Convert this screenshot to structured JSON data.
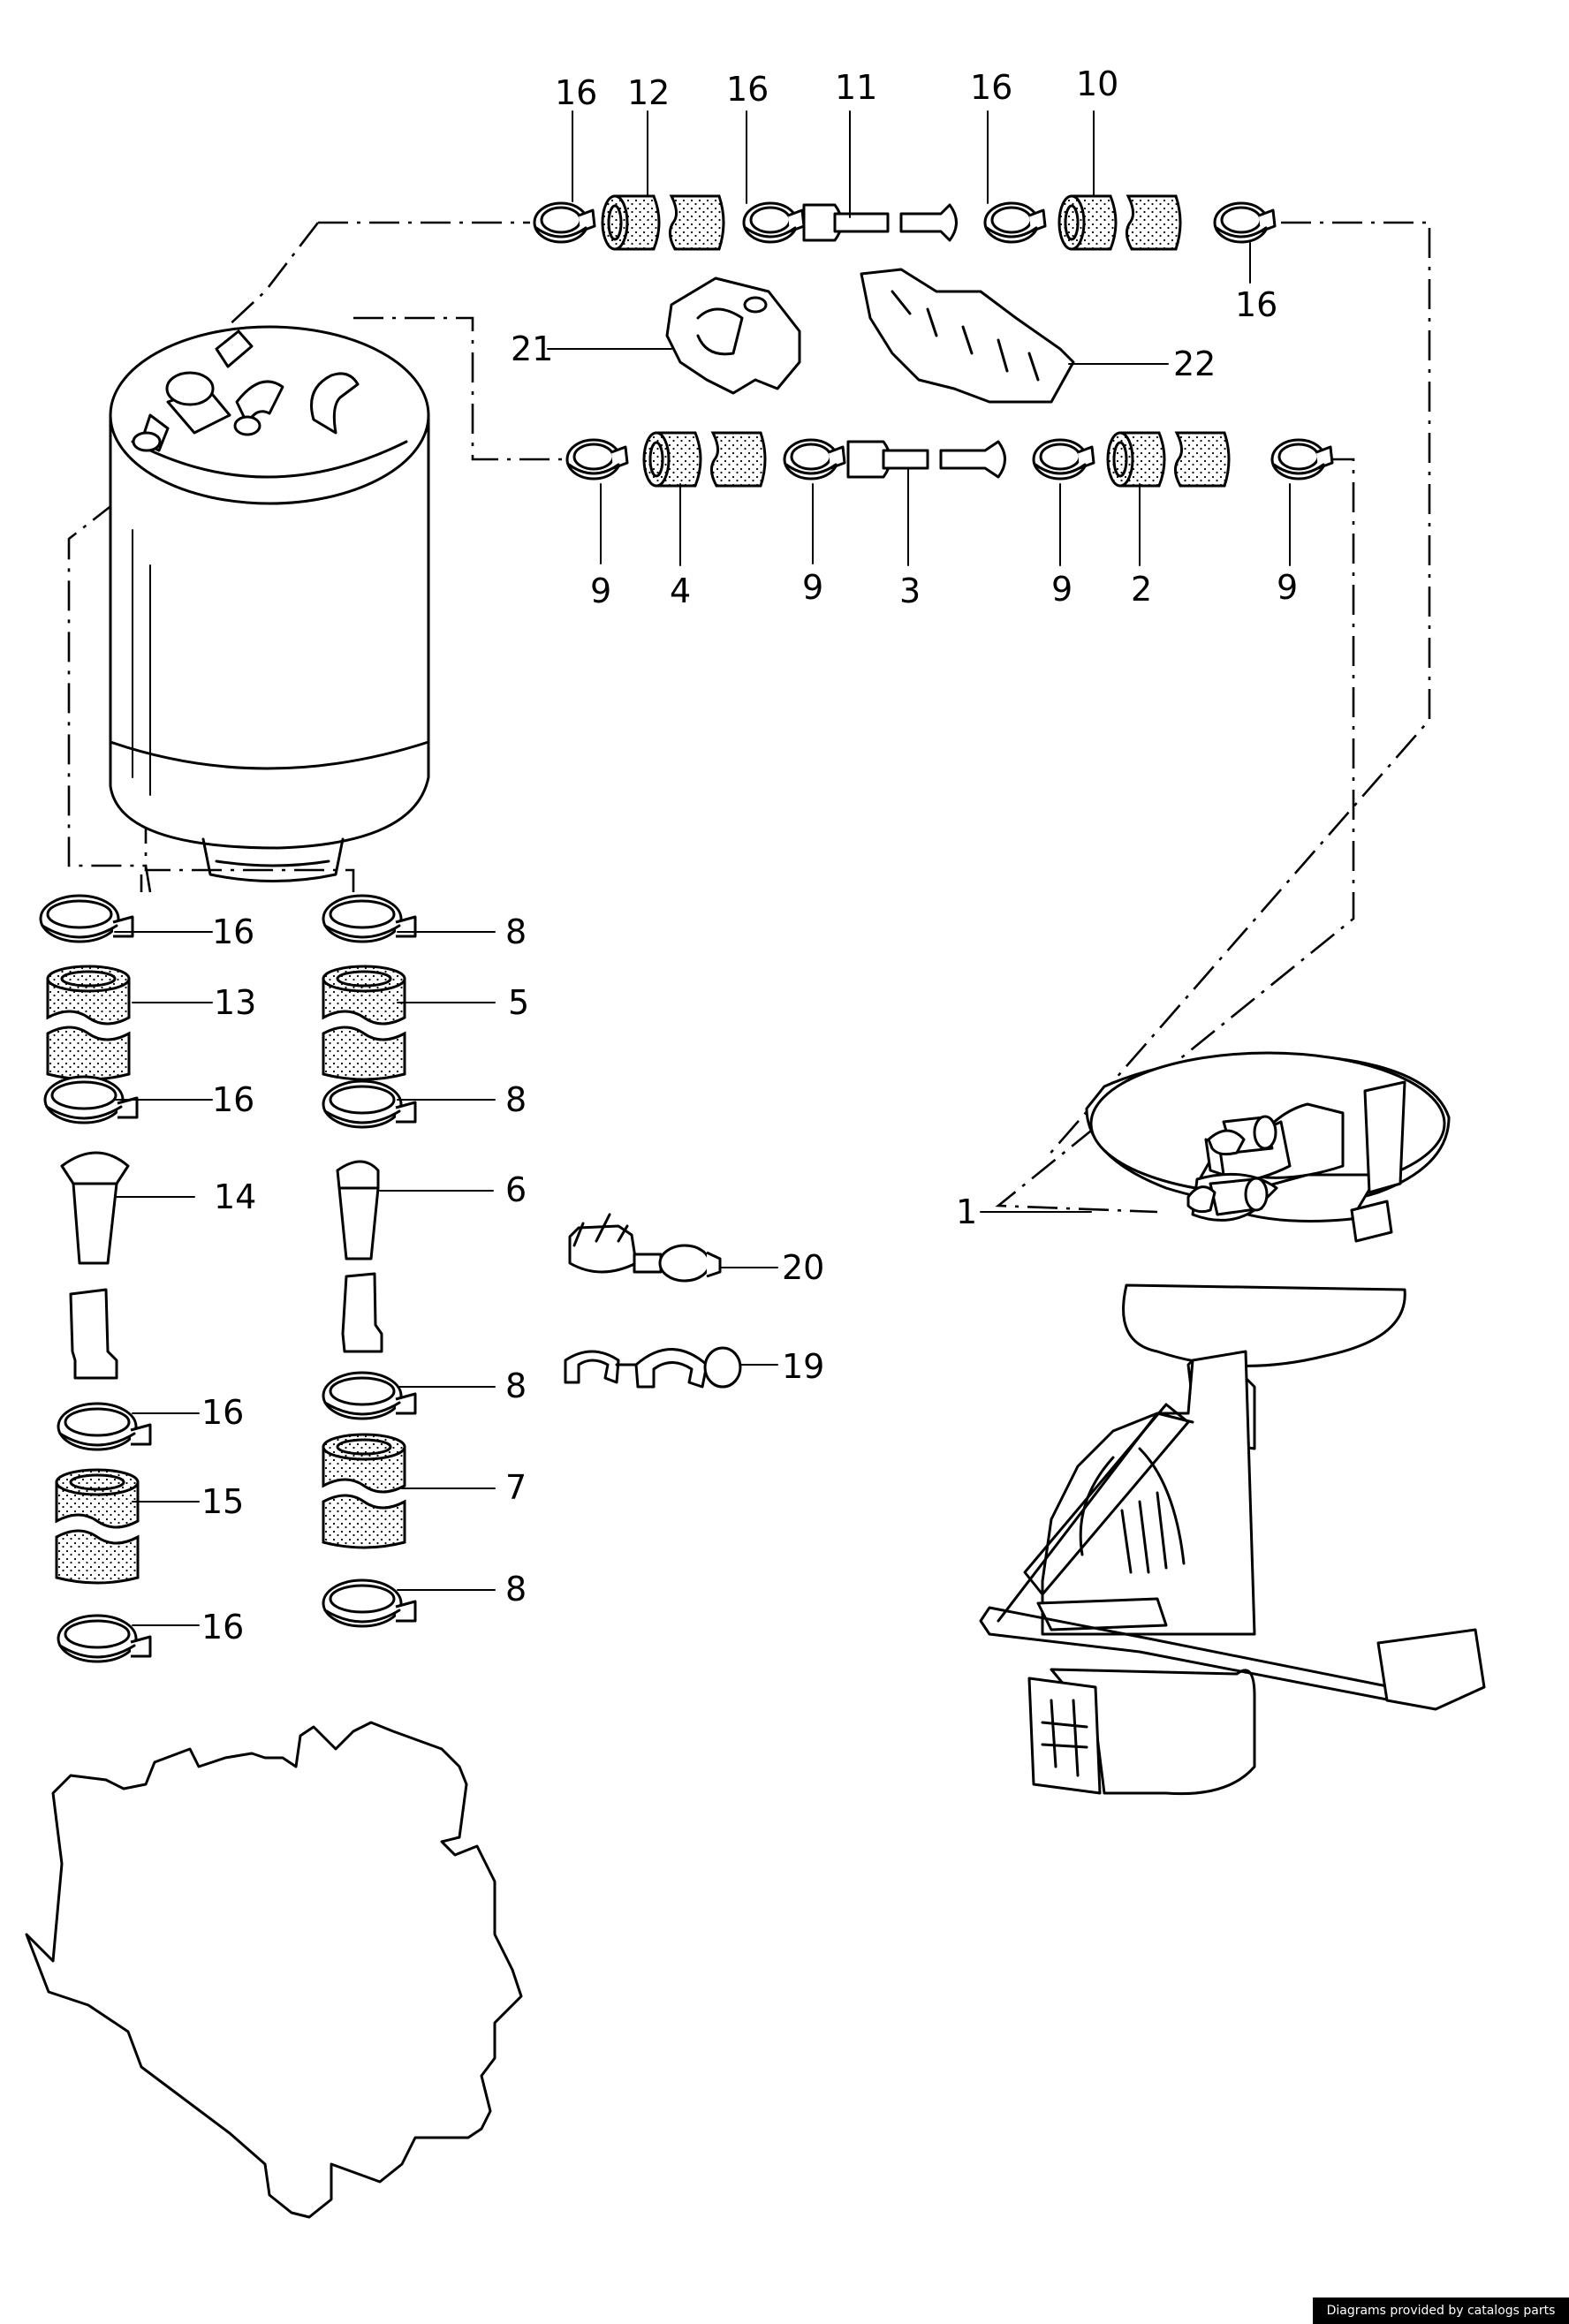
{
  "callouts": [
    {
      "num": "1"
    },
    {
      "num": "2"
    },
    {
      "num": "3"
    },
    {
      "num": "4"
    },
    {
      "num": "5"
    },
    {
      "num": "6"
    },
    {
      "num": "7"
    },
    {
      "num": "8"
    },
    {
      "num": "8"
    },
    {
      "num": "8"
    },
    {
      "num": "8"
    },
    {
      "num": "9"
    },
    {
      "num": "9"
    },
    {
      "num": "9"
    },
    {
      "num": "9"
    },
    {
      "num": "10"
    },
    {
      "num": "11"
    },
    {
      "num": "12"
    },
    {
      "num": "13"
    },
    {
      "num": "14"
    },
    {
      "num": "15"
    },
    {
      "num": "16"
    },
    {
      "num": "16"
    },
    {
      "num": "16"
    },
    {
      "num": "16"
    },
    {
      "num": "16"
    },
    {
      "num": "16"
    },
    {
      "num": "16"
    },
    {
      "num": "16"
    },
    {
      "num": "19"
    },
    {
      "num": "20"
    },
    {
      "num": "21"
    },
    {
      "num": "22"
    }
  ],
  "footer": {
    "text": "Diagrams provided by catalogs parts"
  }
}
